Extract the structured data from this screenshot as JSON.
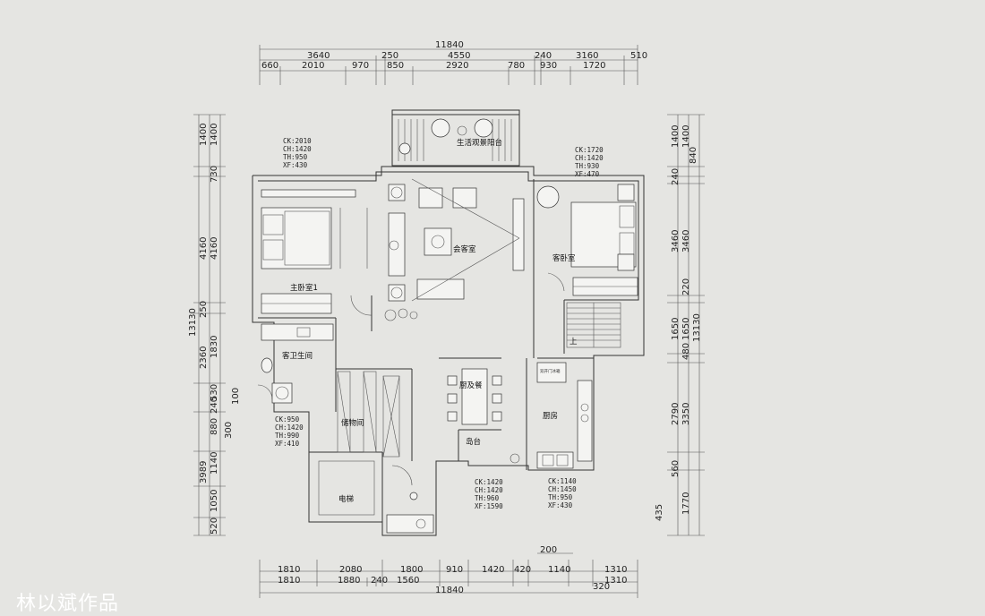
{
  "dimensions": {
    "top_total": "11840",
    "top_row1": [
      "3640",
      "250",
      "4550",
      "240",
      "3160",
      "510"
    ],
    "top_row2": [
      "660",
      "2010",
      "970",
      "850",
      "2920",
      "780",
      "930",
      "1720"
    ],
    "bottom_row1": [
      "1810",
      "2080",
      "1800",
      "910",
      "1420",
      "420",
      "1140",
      "1310"
    ],
    "bottom_row2": [
      "1810",
      "1880",
      "240",
      "1560",
      "1310"
    ],
    "bottom_extra": [
      "200",
      "320"
    ],
    "bottom_total": "11840",
    "left_outer": [
      "1400",
      "1400",
      "730",
      "4160",
      "250",
      "2360",
      "1830",
      "530",
      "3989",
      "1050",
      "520"
    ],
    "left_inner": [
      "240",
      "880",
      "300",
      "1140",
      "100"
    ],
    "left_total": "13130",
    "right_outer": [
      "1400",
      "1400",
      "240",
      "3460",
      "3460",
      "220",
      "1650",
      "1650",
      "13130",
      "2790",
      "3350",
      "560",
      "435",
      "1770"
    ],
    "right_inner": [
      "840",
      "480"
    ]
  },
  "rooms": {
    "balcony": "生活观景阳台",
    "living": "会客室",
    "master": "主卧室1",
    "guest_bed": "客卧室",
    "guest_bath": "客卫生间",
    "storage": "储物间",
    "dining": "厨及餐",
    "kitchen": "厨房",
    "island": "岛台",
    "elevator": "电梯"
  },
  "window_specs": {
    "master": [
      "CK:2010",
      "CH:1420",
      "TH:950",
      "XF:430"
    ],
    "guest_bed": [
      "CK:1720",
      "CH:1420",
      "TH:930",
      "XF:470"
    ],
    "bath": [
      "CK:950",
      "CH:1420",
      "TH:990",
      "XF:410"
    ],
    "dining": [
      "CK:1420",
      "CH:1420",
      "TH:960",
      "XF:1590"
    ],
    "kitchen": [
      "CK:1140",
      "CH:1450",
      "TH:950",
      "XF:430"
    ]
  },
  "small_labels": {
    "fridge": "双开门冰箱",
    "stair_up": "上"
  },
  "watermark": "林以斌作品"
}
